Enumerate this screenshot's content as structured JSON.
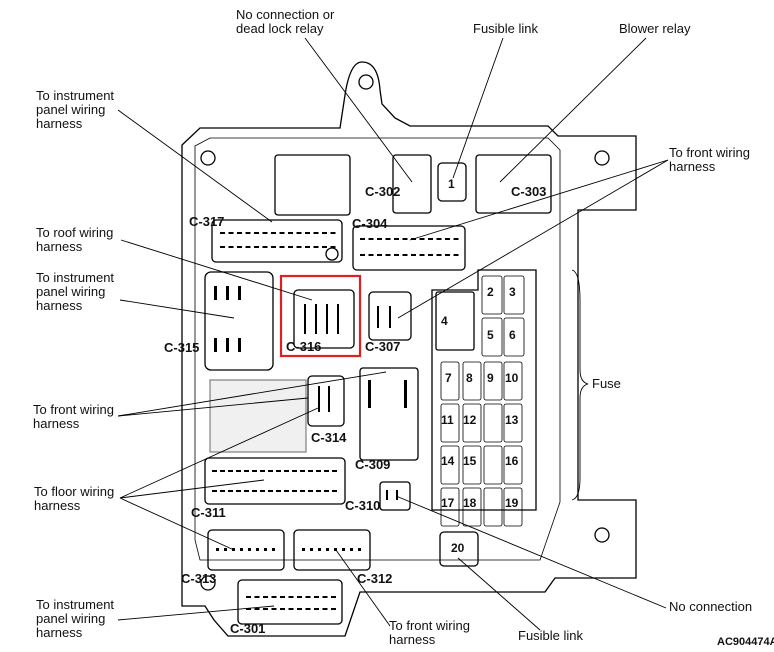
{
  "highlight_color": "#e02020",
  "callouts": {
    "no_conn_relay": "No connection or\ndead lock relay",
    "fusible_top": "Fusible link",
    "blower_relay": "Blower relay",
    "ip_harness_1": "To instrument\npanel wiring\nharness",
    "front_harness_1": "To front wiring\nharness",
    "roof_harness": "To roof wiring\nharness",
    "ip_harness_2": "To instrument\npanel wiring\nharness",
    "fuse": "Fuse",
    "front_harness_2": "To front wiring\nharness",
    "floor_harness": "To floor wiring\nharness",
    "ip_harness_3": "To instrument\npanel wiring\nharness",
    "front_harness_3": "To front wiring\nharness",
    "fusible_bottom": "Fusible link",
    "no_connection": "No connection"
  },
  "connectors": {
    "c302": "C-302",
    "c303": "C-303",
    "c317": "C-317",
    "c304": "C-304",
    "c315": "C-315",
    "c316": "C-316",
    "c307": "C-307",
    "c314": "C-314",
    "c309": "C-309",
    "c310": "C-310",
    "c311": "C-311",
    "c313": "C-313",
    "c312": "C-312",
    "c301": "C-301"
  },
  "fuses": {
    "f1": "1",
    "f2": "2",
    "f3": "3",
    "f4": "4",
    "f5": "5",
    "f6": "6",
    "f7": "7",
    "f8": "8",
    "f9": "9",
    "f10": "10",
    "f11": "11",
    "f12": "12",
    "f13": "13",
    "f14": "14",
    "f15": "15",
    "f16": "16",
    "f17": "17",
    "f18": "18",
    "f19": "19",
    "f20": "20"
  },
  "figure_code": "AC904474A"
}
